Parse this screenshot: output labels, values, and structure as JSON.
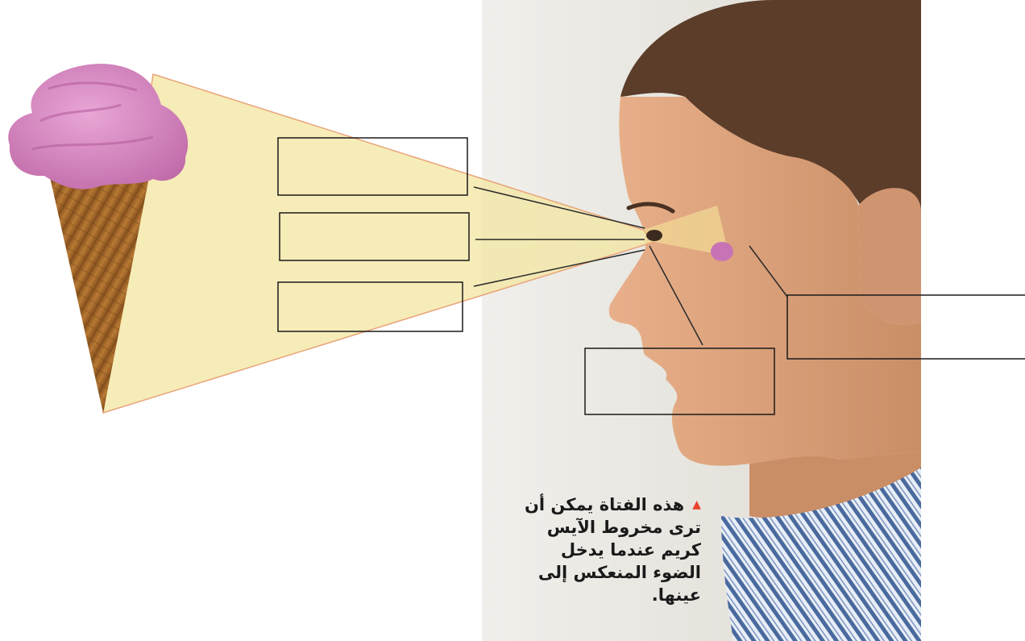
{
  "caption": {
    "marker": "▲",
    "lines": [
      "هذه الفتاة يمكن أن",
      "ترى مخروط الآيس",
      "كريم عندما يدخل",
      "الضوء المنعكس إلى",
      "عينها."
    ]
  },
  "colors": {
    "light_cone": "#f3e6a0",
    "cone_edge": "#e8a47a",
    "ice_cream": "#d884c0",
    "waffle": "#a86a2c",
    "skin": "#d9a278",
    "hair": "#5b3d2a",
    "backdrop": "#e8e6e0",
    "shirt_stripe": "#4a6a9e",
    "marker": "#e8412c"
  },
  "label_boxes": [
    {
      "id": "label-box-1",
      "text": ""
    },
    {
      "id": "label-box-2",
      "text": ""
    },
    {
      "id": "label-box-3",
      "text": ""
    },
    {
      "id": "label-box-4",
      "text": ""
    },
    {
      "id": "label-box-5",
      "text": ""
    }
  ]
}
